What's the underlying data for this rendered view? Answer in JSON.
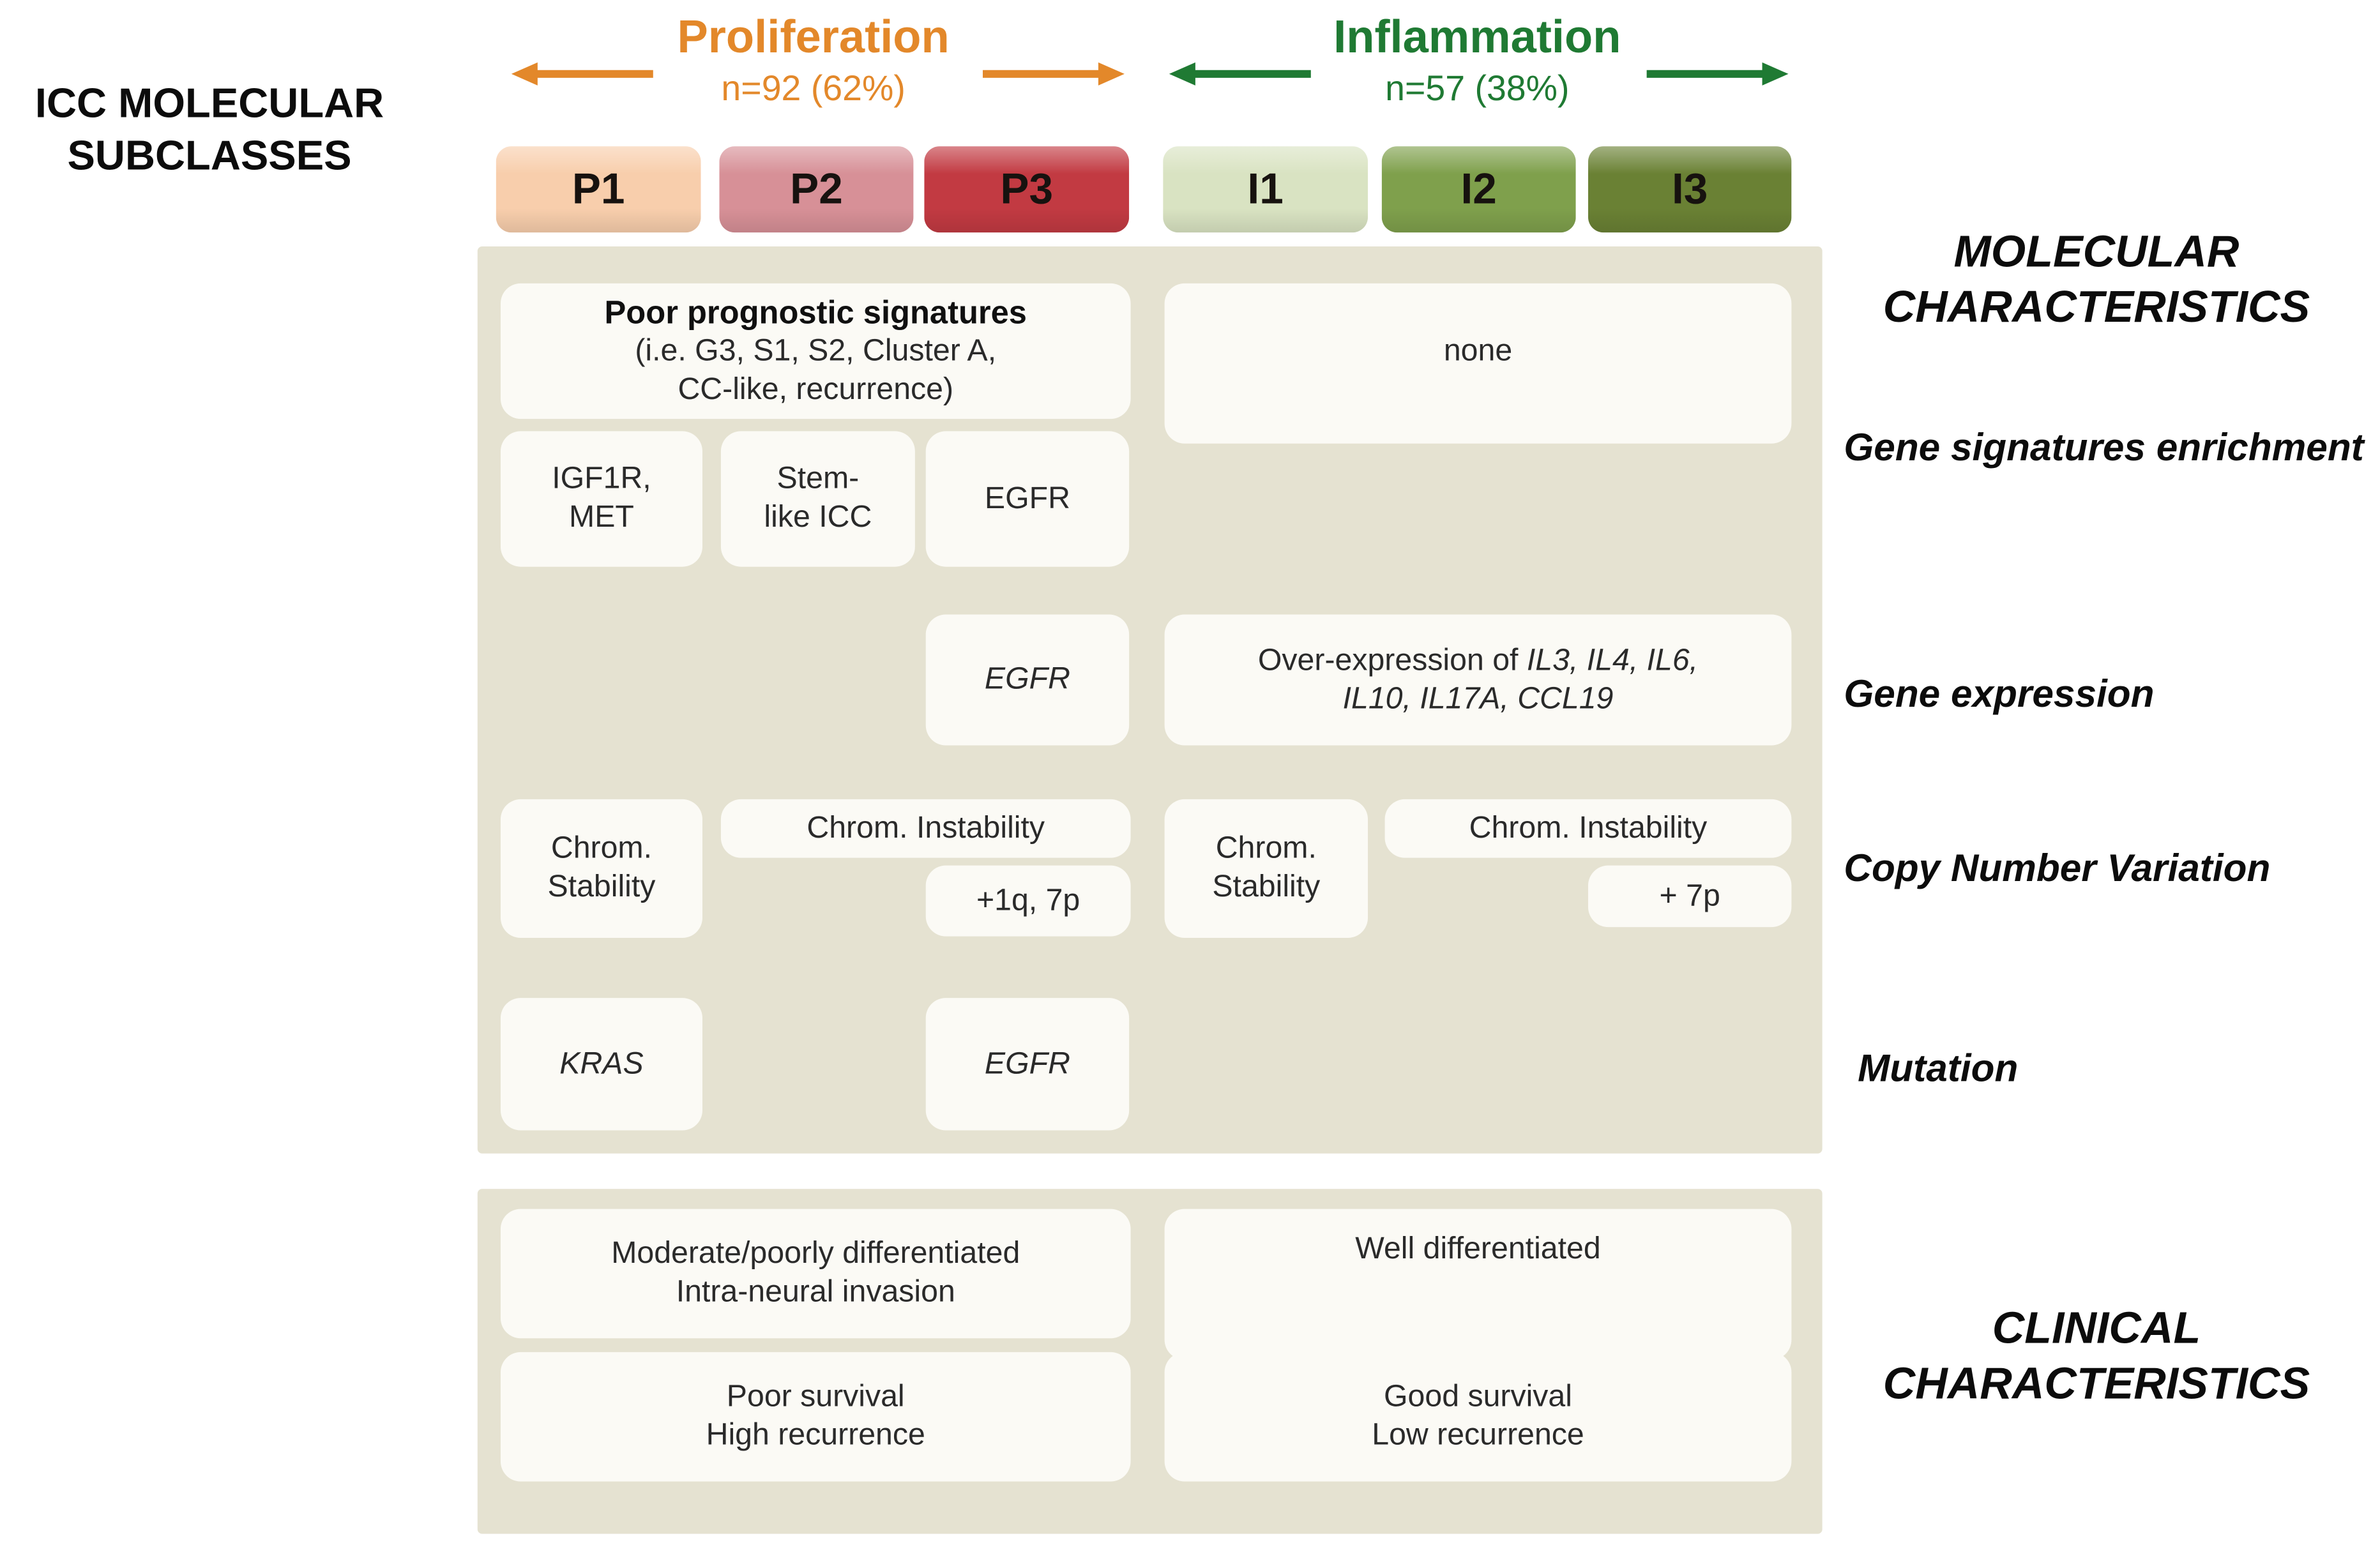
{
  "left_header": {
    "line1": "ICC MOLECULAR",
    "line2": "SUBCLASSES"
  },
  "groups": {
    "proliferation": {
      "title": "Proliferation",
      "count": "n=92 (62%)",
      "accent": "#E3882A"
    },
    "inflammation": {
      "title": "Inflammation",
      "count": "n=57 (38%)",
      "accent": "#1F7A33"
    }
  },
  "subclasses": [
    {
      "label": "P1",
      "color": "#F8CEAC"
    },
    {
      "label": "P2",
      "color": "#D79097"
    },
    {
      "label": "P3",
      "color": "#C23A42"
    },
    {
      "label": "I1",
      "color": "#D9E3C2"
    },
    {
      "label": "I2",
      "color": "#7FA04C"
    },
    {
      "label": "I3",
      "color": "#6A8134"
    }
  ],
  "colors": {
    "panel_bg": "#E5E2D1",
    "cell_bg": "#FBFAF5"
  },
  "sections": {
    "molecular": {
      "title_line1": "MOLECULAR",
      "title_line2": "CHARACTERISTICS"
    },
    "clinical": {
      "title_line1": "CLINICAL",
      "title_line2": "CHARACTERISTICS"
    }
  },
  "row_labels": {
    "signatures": "Gene signatures enrichment",
    "expression": "Gene expression",
    "cnv": "Copy Number Variation",
    "mutation": "Mutation"
  },
  "cells": {
    "poor_prognostic_title": "Poor prognostic signatures",
    "poor_prognostic_line1": "(i.e. G3, S1, S2, Cluster A,",
    "poor_prognostic_line2": "CC-like, recurrence)",
    "none": "none",
    "igf1r_line1": "IGF1R,",
    "igf1r_line2": "MET",
    "stem_line1": "Stem-",
    "stem_line2": "like ICC",
    "egfr_enrichment": "EGFR",
    "egfr_expression": "EGFR",
    "overexpression_prefix": "Over-expression of ",
    "overexpression_genes_line1": "IL3, IL4, IL6,",
    "overexpression_genes_line2": "IL10, IL17A, CCL19",
    "chrom_stability_line1": "Chrom.",
    "chrom_stability_line2": "Stability",
    "chrom_instability": "Chrom. Instability",
    "gain_1q_7p": "+1q, 7p",
    "gain_7p": "+ 7p",
    "kras": "KRAS",
    "egfr_mutation": "EGFR",
    "differentiation_p_line1": "Moderate/poorly differentiated",
    "differentiation_p_line2": "Intra-neural invasion",
    "differentiation_i": "Well differentiated",
    "survival_p_line1": "Poor survival",
    "survival_p_line2": "High recurrence",
    "survival_i_line1": "Good survival",
    "survival_i_line2": "Low recurrence"
  }
}
